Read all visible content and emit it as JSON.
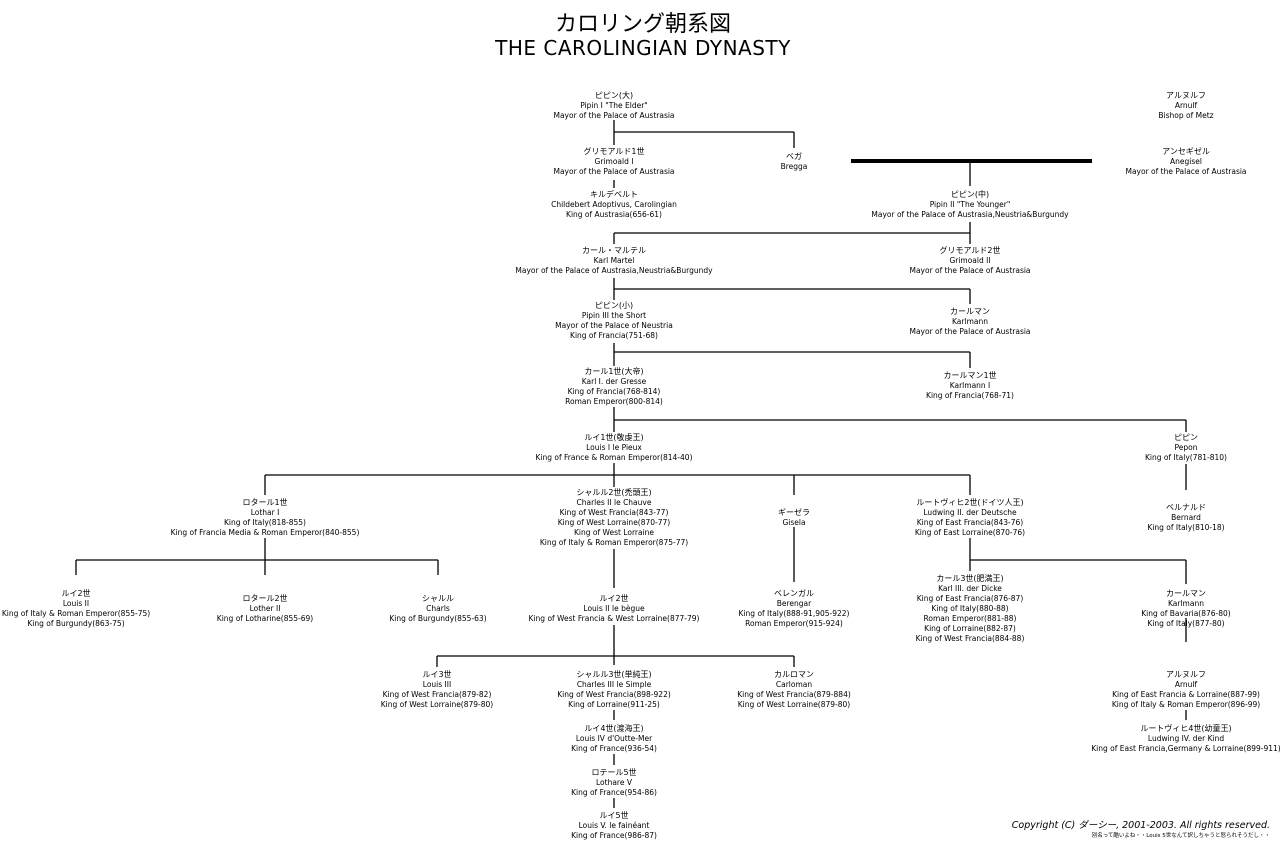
{
  "title_jp": "カロリング朝系図",
  "title_en": "THE CAROLINGIAN DYNASTY",
  "nodes": {
    "pipin1": [
      "ピピン(大)",
      "Pipin I \"The Elder\"",
      "Mayor of the Palace of Austrasia"
    ],
    "grimoald1": [
      "グリモアルド1世",
      "Grimoald I",
      "Mayor of the Palace of Austrasia"
    ],
    "childebert": [
      "キルデベルト",
      "Childebert Adoptivus, Carolingian",
      "King of Austrasia(656-61)"
    ],
    "begga": [
      "ベガ",
      "Bregga"
    ],
    "arnulf_metz": [
      "アルヌルフ",
      "Arnulf",
      "Bishop of Metz"
    ],
    "anegisel": [
      "アンセギゼル",
      "Anegisel",
      "Mayor of the Palace of Austrasia"
    ],
    "pipin2": [
      "ピピン(中)",
      "Pipin II \"The Younger\"",
      "Mayor of the Palace of Austrasia,Neustria&Burgundy"
    ],
    "karl_martel": [
      "カール・マルテル",
      "Karl Martel",
      "Mayor of the Palace of Austrasia,Neustria&Burgundy"
    ],
    "grimoald2": [
      "グリモアルド2世",
      "Grimoald II",
      "Mayor of the Palace of Austrasia"
    ],
    "karlmann_mayor": [
      "カールマン",
      "Karlmann",
      "Mayor of the Palace of Austrasia"
    ],
    "pipin3": [
      "ピピン(小)",
      "Pipin III the Short",
      "Mayor of the Palace of Neustria",
      "King of Francia(751-68)"
    ],
    "karl1": [
      "カール1世(大帝)",
      "Karl I. der Gresse",
      "King of Francia(768-814)",
      "Roman Emperor(800-814)"
    ],
    "karlmann1": [
      "カールマン1世",
      "Karlmann I",
      "King of Francia(768-71)"
    ],
    "louis1": [
      "ルイ1世(敬虔王)",
      "Louis I le Pieux",
      "King of France & Roman Emperor(814-40)"
    ],
    "pepon": [
      "ピピン",
      "Pepon",
      "King of Italy(781-810)"
    ],
    "bernard": [
      "ベルナルド",
      "Bernard",
      "King of Italy(810-18)"
    ],
    "lothar1": [
      "ロタール1世",
      "Lothar I",
      "King of Italy(818-855)",
      "King of Francia Media & Roman Emperor(840-855)"
    ],
    "charles2": [
      "シャルル2世(禿頭王)",
      "Charles II le Chauve",
      "King of West Francia(843-77)",
      "King of West Lorraine(870-77)",
      "King of West Lorraine",
      "King of Italy & Roman Emperor(875-77)"
    ],
    "gisela": [
      "ギーゼラ",
      "Gisela"
    ],
    "ludwig2": [
      "ルートヴィヒ2世(ドイツ人王)",
      "Ludwing II. der Deutsche",
      "King of East Francia(843-76)",
      "King of East Lorraine(870-76)"
    ],
    "louis2_italy": [
      "ルイ2世",
      "Louis II",
      "King of Italy & Roman Emperor(855-75)",
      "King of Burgundy(863-75)"
    ],
    "lothar2": [
      "ロタール2世",
      "Lother II",
      "King of Lotharine(855-69)"
    ],
    "charls_burg": [
      "シャルル",
      "Charls",
      "King of Burgundy(855-63)"
    ],
    "louis2_begue": [
      "ルイ2世",
      "Louis II le bègue",
      "King of West Francia & West Lorraine(877-79)"
    ],
    "berengar": [
      "ベレンガル",
      "Berengar",
      "King of Italy(888-91,905-922)",
      "Roman Emperor(915-924)"
    ],
    "karl3": [
      "カール3世(肥満王)",
      "Karl III. der Dicke",
      "King of East Francia(876-87)",
      "King of Italy(880-88)",
      "Roman Emperor(881-88)",
      "King of Lorraine(882-87)",
      "King of West Francia(884-88)"
    ],
    "karlmann_bav": [
      "カールマン",
      "Karlmann",
      "King of Bavaria(876-80)",
      "King of Italy(877-80)"
    ],
    "louis3": [
      "ルイ3世",
      "Louis III",
      "King of West Francia(879-82)",
      "King of West Lorraine(879-80)"
    ],
    "charles3": [
      "シャルル3世(単純王)",
      "Charles III le Simple",
      "King of West Francia(898-922)",
      "King of Lorraine(911-25)"
    ],
    "carloman": [
      "カルロマン",
      "Carloman",
      "King of West Francia(879-884)",
      "King of West Lorraine(879-80)"
    ],
    "arnulf_k": [
      "アルヌルフ",
      "Arnulf",
      "King of East Francia & Lorraine(887-99)",
      "King of Italy & Roman Emperor(896-99)"
    ],
    "ludwig4": [
      "ルートヴィヒ4世(幼童王)",
      "Ludwing IV. der Kind",
      "King of East Francia,Germany & Lorraine(899-911)"
    ],
    "louis4": [
      "ルイ4世(渡海王)",
      "Louis IV d'Outte-Mer",
      "King of France(936-54)"
    ],
    "lothaire5": [
      "ロテール5世",
      "Lothare V",
      "King of France(954-86)"
    ],
    "louis5": [
      "ルイ5世",
      "Louis V. le fainéant",
      "King of France(986-87)"
    ]
  },
  "copyright": "Copyright (C) ダーシー, 2001-2003. All rights reserved.",
  "note": "別名って酷いよね・・Louis 5世なんて訳しちゃうと怒られそうだし・・"
}
